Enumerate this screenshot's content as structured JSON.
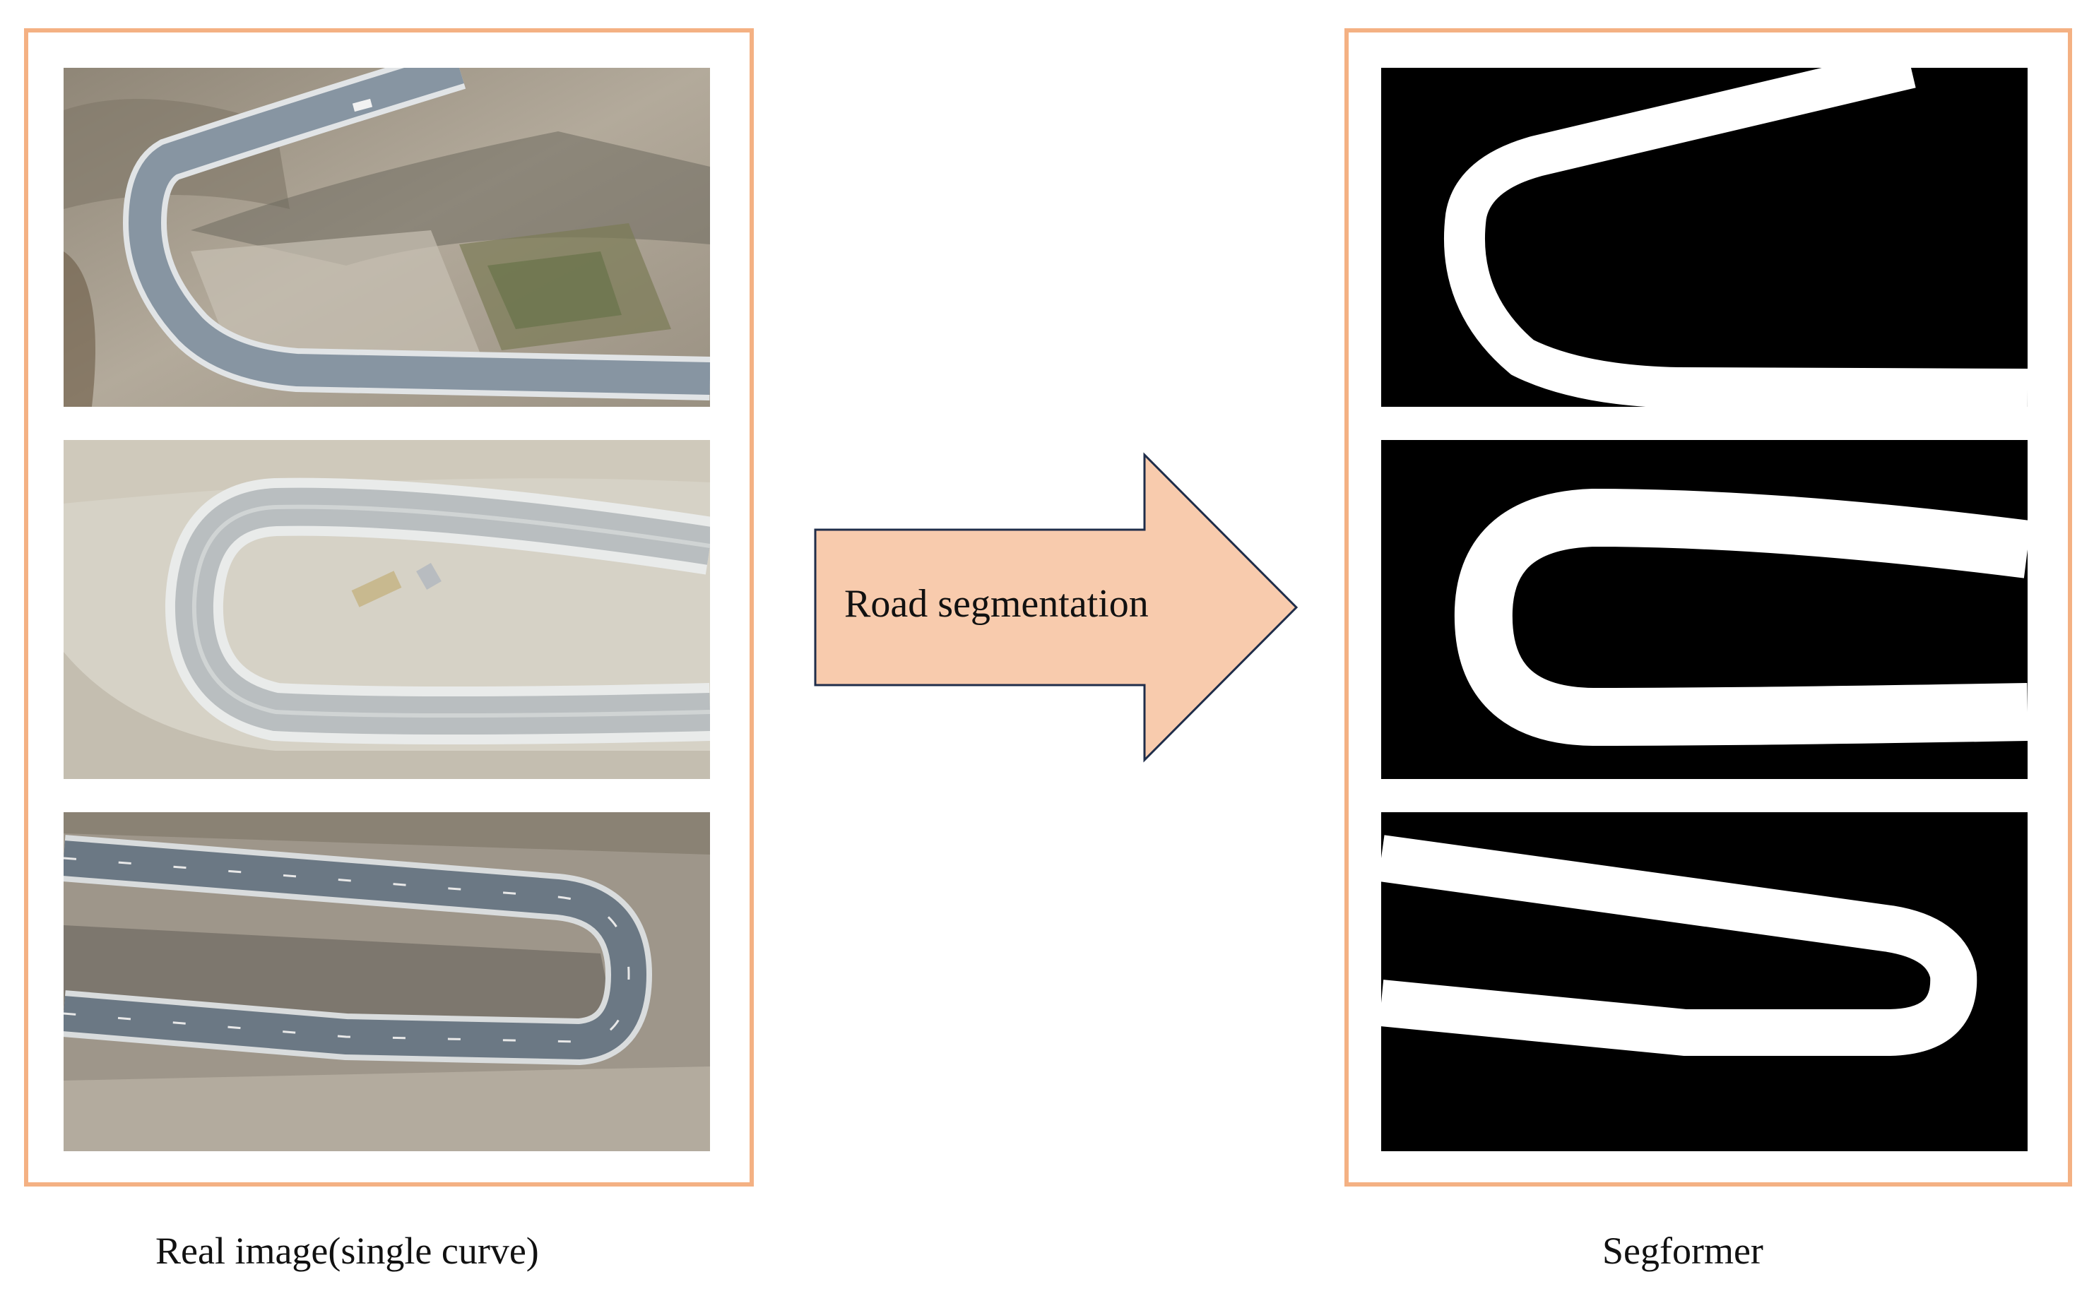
{
  "colors": {
    "panel_border": "#f4b183",
    "arrow_fill": "#f8cbad",
    "arrow_stroke": "#1f2d4a",
    "mask_background": "#000000",
    "mask_road": "#ffffff"
  },
  "arrow": {
    "label": "Road segmentation"
  },
  "left_panel": {
    "caption": "Real image(single curve)",
    "images": [
      "aerial-road-photo-1",
      "aerial-road-photo-2",
      "aerial-road-photo-3"
    ]
  },
  "right_panel": {
    "caption": "Segformer",
    "masks": [
      "segmentation-mask-1",
      "segmentation-mask-2",
      "segmentation-mask-3"
    ]
  }
}
